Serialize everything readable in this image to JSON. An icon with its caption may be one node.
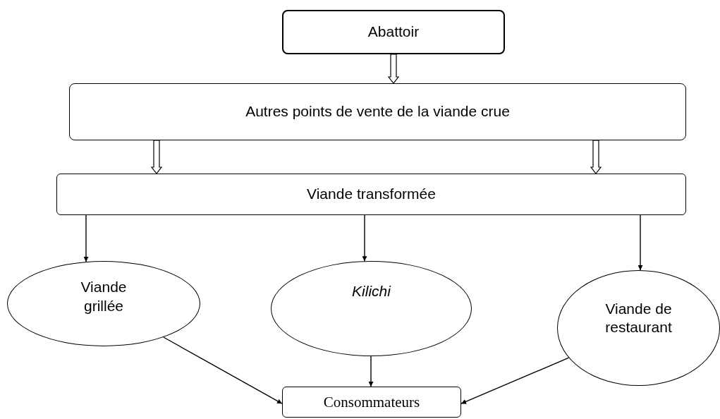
{
  "diagram": {
    "nodes": [
      {
        "text": [
          "Abattoir"
        ]
      },
      {
        "text": [
          "Autres points de vente de la viande crue"
        ]
      },
      {
        "text": [
          "Viande transformée"
        ]
      },
      {
        "text": [
          "Viande grillée"
        ]
      },
      {
        "text": [
          "Kilichi"
        ]
      },
      {
        "text": [
          "Viande de restaurant"
        ]
      },
      {
        "text": [
          "Consommateurs"
        ]
      }
    ],
    "edges": [
      {
        "from": 0,
        "to": 1,
        "arrow": "to",
        "style": "thick"
      },
      {
        "from": 1,
        "to": 2,
        "arrow": "to",
        "style": "thick"
      },
      {
        "from": 1,
        "to": 2,
        "arrow": "to",
        "style": "thick"
      },
      {
        "from": 2,
        "to": 3,
        "arrow": "to"
      },
      {
        "from": 2,
        "to": 4,
        "arrow": "to"
      },
      {
        "from": 2,
        "to": 5,
        "arrow": "to"
      },
      {
        "from": 3,
        "to": 6,
        "arrow": "to"
      },
      {
        "from": 4,
        "to": 6,
        "arrow": "to"
      },
      {
        "from": 5,
        "to": 6,
        "arrow": "to"
      }
    ]
  }
}
